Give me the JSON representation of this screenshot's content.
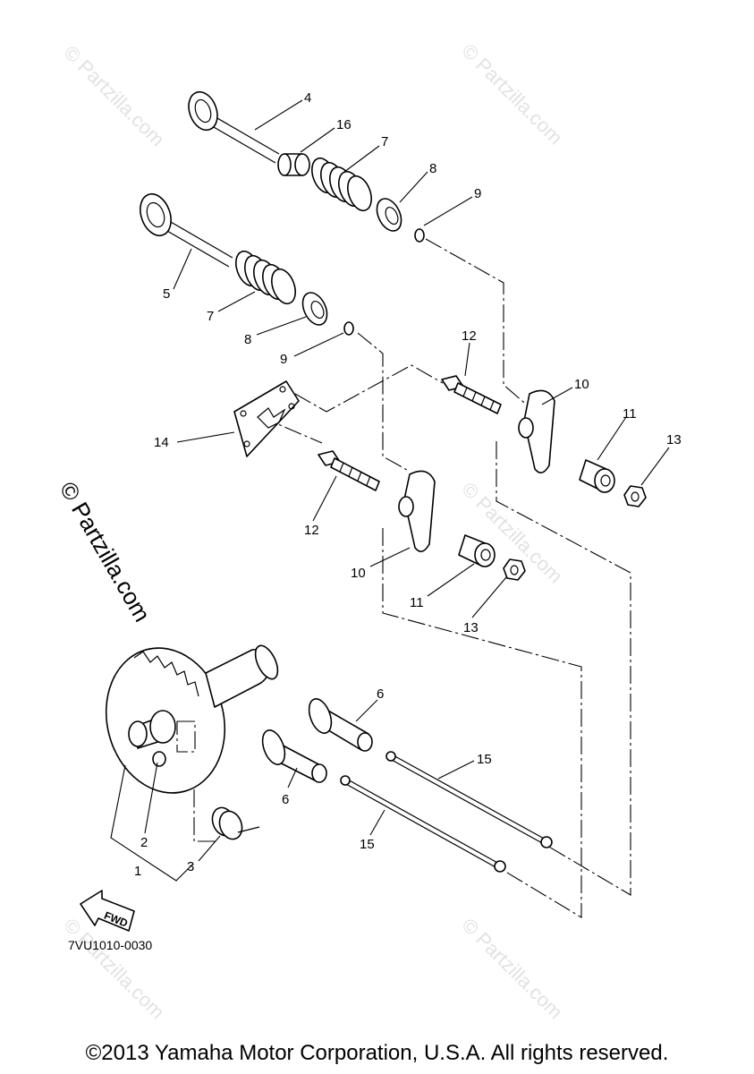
{
  "diagram": {
    "callouts": {
      "c4": "4",
      "c16": "16",
      "c7a": "7",
      "c8a": "8",
      "c9a": "9",
      "c5": "5",
      "c7b": "7",
      "c8b": "8",
      "c9b": "9",
      "c12a": "12",
      "c10a": "10",
      "c11a": "11",
      "c13a": "13",
      "c14": "14",
      "c12b": "12",
      "c10b": "10",
      "c11b": "11",
      "c13b": "13",
      "c6a": "6",
      "c6b": "6",
      "c15a": "15",
      "c15b": "15",
      "c2": "2",
      "c1": "1",
      "c3": "3"
    },
    "fwd_label": "FWD",
    "diagram_ref": "7VU1010-0030",
    "watermark_side": "© Partzilla.com",
    "watermark_tile": "© Partzilla.com"
  },
  "footer": {
    "copyright": "©2013 Yamaha Motor Corporation, U.S.A. All rights reserved."
  }
}
